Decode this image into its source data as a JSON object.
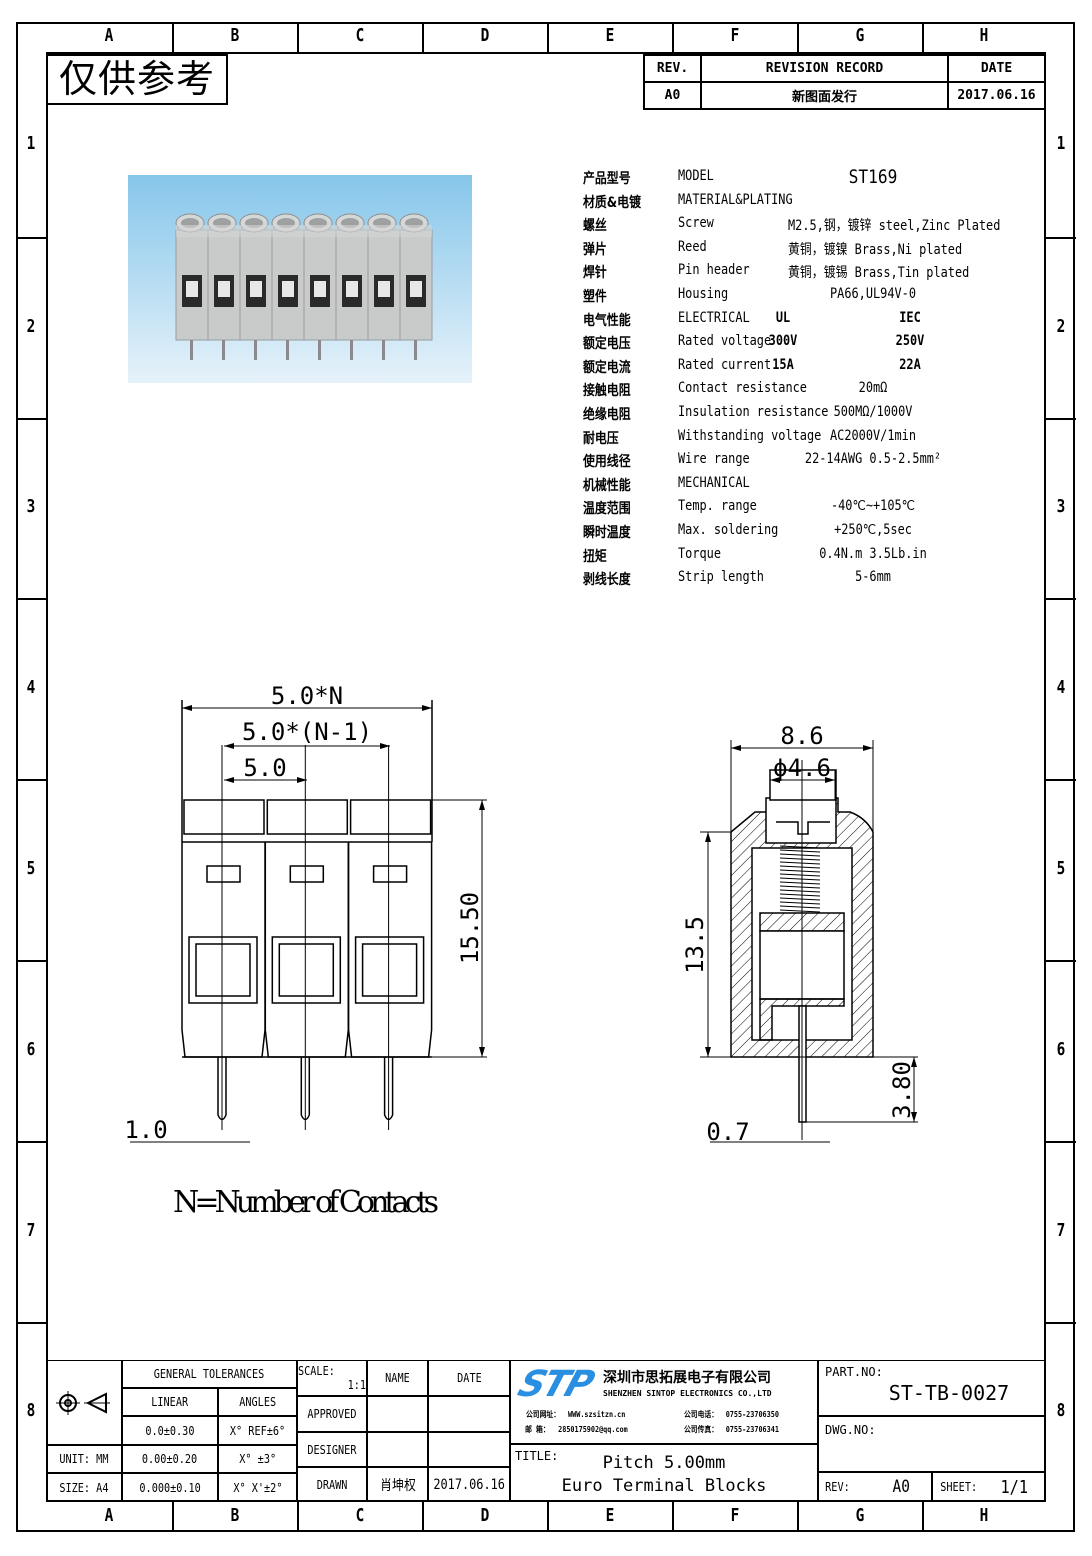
{
  "grid": {
    "columns": [
      "A",
      "B",
      "C",
      "D",
      "E",
      "F",
      "G",
      "H"
    ],
    "rows": [
      "1",
      "2",
      "3",
      "4",
      "5",
      "6",
      "7",
      "8"
    ]
  },
  "stamp": "仅供参考",
  "revision": {
    "headers": [
      "REV.",
      "REVISION RECORD",
      "DATE"
    ],
    "rows": [
      [
        "A0",
        "新图面发行",
        "2017.06.16"
      ]
    ]
  },
  "specs": [
    {
      "cn": "产品型号",
      "en": "MODEL",
      "values": [
        "ST169"
      ]
    },
    {
      "cn": "材质&电镀",
      "en": "MATERIAL&PLATING",
      "values": []
    },
    {
      "cn": "螺丝",
      "en": "Screw",
      "values": [
        "M2.5,钢，镀锌 steel,Zinc Plated"
      ]
    },
    {
      "cn": "弹片",
      "en": "Reed",
      "values": [
        "黄铜，镀镍 Brass,Ni plated"
      ]
    },
    {
      "cn": "焊针",
      "en": "Pin header",
      "values": [
        "黄铜，镀锡 Brass,Tin plated"
      ]
    },
    {
      "cn": "塑件",
      "en": "Housing",
      "values": [
        "PA66,UL94V-0"
      ]
    },
    {
      "cn": "电气性能",
      "en": "ELECTRICAL",
      "values": [
        "UL",
        "IEC"
      ]
    },
    {
      "cn": "额定电压",
      "en": "Rated voltage",
      "values": [
        "300V",
        "250V"
      ]
    },
    {
      "cn": "额定电流",
      "en": "Rated current",
      "values": [
        "15A",
        "22A"
      ]
    },
    {
      "cn": "接触电阻",
      "en": "Contact resistance",
      "values": [
        "20mΩ"
      ]
    },
    {
      "cn": "绝缘电阻",
      "en": "Insulation resistance",
      "values": [
        "500MΩ/1000V"
      ]
    },
    {
      "cn": "耐电压",
      "en": "Withstanding voltage",
      "values": [
        "AC2000V/1min"
      ]
    },
    {
      "cn": "使用线径",
      "en": "Wire range",
      "values": [
        "22-14AWG 0.5-2.5mm²"
      ]
    },
    {
      "cn": "机械性能",
      "en": "MECHANICAL",
      "values": []
    },
    {
      "cn": "温度范围",
      "en": "Temp. range",
      "values": [
        "-40℃~+105℃"
      ]
    },
    {
      "cn": "瞬时温度",
      "en": "Max. soldering",
      "values": [
        "+250℃,5sec"
      ]
    },
    {
      "cn": "扭矩",
      "en": "Torque",
      "values": [
        "0.4N.m  3.5Lb.in"
      ]
    },
    {
      "cn": "剥线长度",
      "en": "Strip length",
      "values": [
        "5-6mm"
      ]
    }
  ],
  "front_view": {
    "dim_total": "5.0*N",
    "dim_span": "5.0*(N-1)",
    "dim_pitch": "5.0",
    "dim_height": "15.50",
    "dim_pin": "1.0"
  },
  "side_view": {
    "dim_width": "8.6",
    "dim_screw": "ϕ4.6",
    "dim_height": "13.5",
    "dim_pin_length": "3.80",
    "dim_pin": "0.7"
  },
  "note": "N=Number of Contacts",
  "title_block": {
    "general_tolerances": "GENERAL TOLERANCES",
    "linear": "LINEAR",
    "angles": "ANGLES",
    "tol": [
      [
        "0.0±0.30",
        "X° REF±6°"
      ],
      [
        "0.00±0.20",
        "X° ±3°"
      ],
      [
        "0.000±0.10",
        "X° X'±2°"
      ]
    ],
    "unit": "UNIT: MM",
    "size": "SIZE: A4",
    "scale_label": "SCALE:",
    "scale": "1:1",
    "name": "NAME",
    "date": "DATE",
    "approved": "APPROVED",
    "designer": "DESIGNER",
    "drawn": "DRAWN",
    "drawn_name": "肖坤权",
    "drawn_date": "2017.06.16",
    "company_cn": "深圳市思拓展电子有限公司",
    "company_en": "SHENZHEN SINTOP ELECTRONICS CO.,LTD",
    "logo": "STP",
    "website_label": "公司网址：",
    "website": "WWW.szsitzn.cn",
    "email_label": "邮    箱：",
    "email": "2850175902@qq.com",
    "phone_label": "公司电话：",
    "phone": "0755-23706350",
    "fax_label": "公司传真：",
    "fax": "0755-23706341",
    "title_label": "TITLE:",
    "title_1": "Pitch 5.00mm",
    "title_2": "Euro Terminal Blocks",
    "part_no_label": "PART.NO:",
    "part_no": "ST-TB-0027",
    "dwg_no_label": "DWG.NO:",
    "rev_label": "REV:",
    "rev": "A0",
    "sheet_label": "SHEET:",
    "sheet": "1/1",
    "brand_color": "#2a8fe0"
  }
}
